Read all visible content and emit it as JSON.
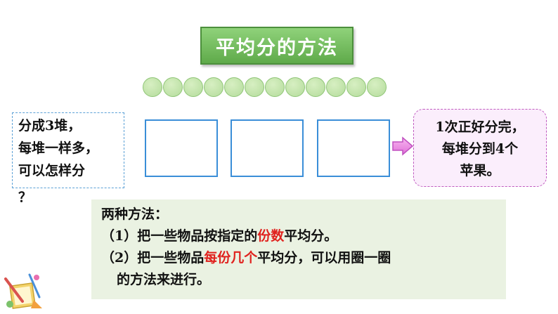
{
  "title": "平均分的方法",
  "apples": {
    "count": 12,
    "color": "#b4dc9c"
  },
  "question": {
    "line1": "分成3堆，",
    "line2": "每堆一样多，",
    "line3": "可以怎样分",
    "line4": "？"
  },
  "piles": {
    "count": 3
  },
  "result": {
    "line1": "1次正好分完，",
    "line2": "每堆分到4个",
    "line3": "苹果。"
  },
  "summary": {
    "heading": "两种方法：",
    "m1_prefix": "（1）把一些物品按指定的",
    "m1_highlight": "份数",
    "m1_suffix": "平均分。",
    "m2_prefix": "（2）把一些物品",
    "m2_highlight": "每份几个",
    "m2_suffix": "平均分，可以用圈一圈",
    "m2_cont": "的方法来进行。"
  },
  "colors": {
    "title_bg": "#6cb656",
    "pile_border": "#3a8ed8",
    "highlight": "#e0221e",
    "summary_bg": "#eaf2e2",
    "result_bg": "#fbeefc"
  },
  "icons": {
    "arrow": "right-arrow-icon",
    "decoration": "stationery-icon"
  }
}
